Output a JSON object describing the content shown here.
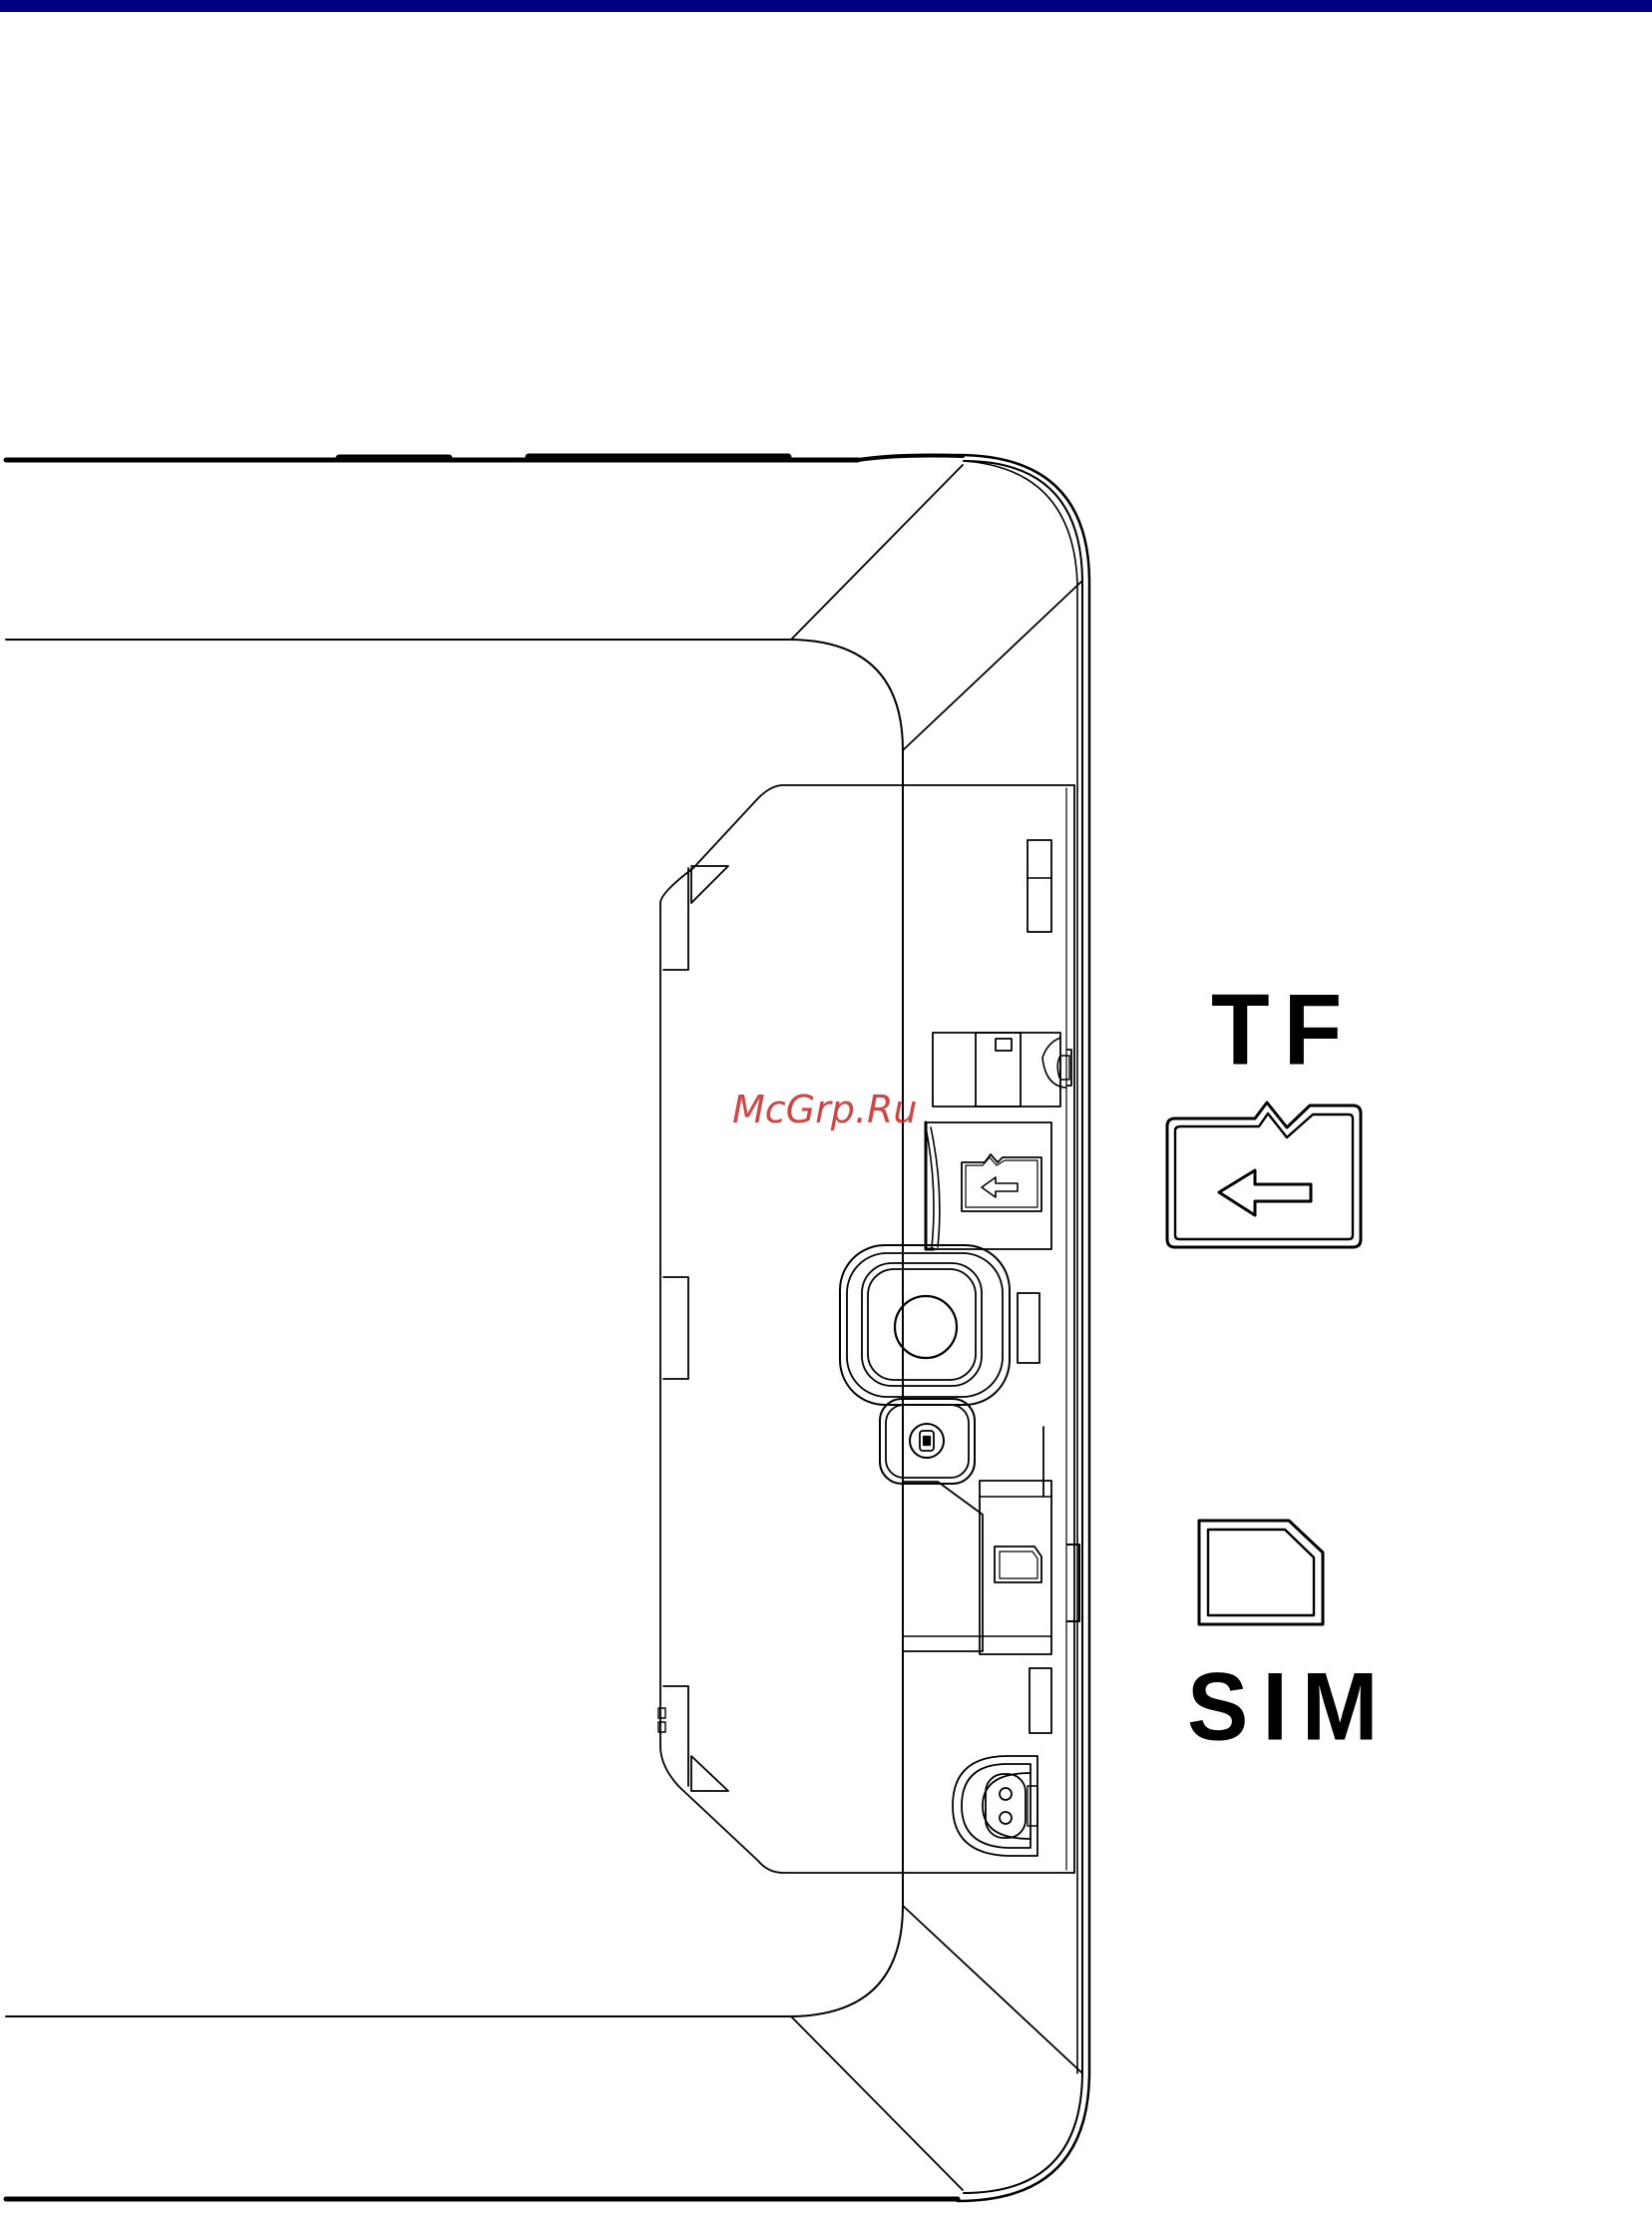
{
  "colors": {
    "top_bar": "#000080",
    "line": "#000000",
    "watermark": "#c62828"
  },
  "labels": {
    "tf": "TF",
    "sim": "SIM"
  },
  "watermark": "McGrp.Ru",
  "icons": [
    "tf-card-icon",
    "sim-card-icon",
    "camera-lens-icon",
    "flash-icon",
    "speaker-grille-icon"
  ]
}
